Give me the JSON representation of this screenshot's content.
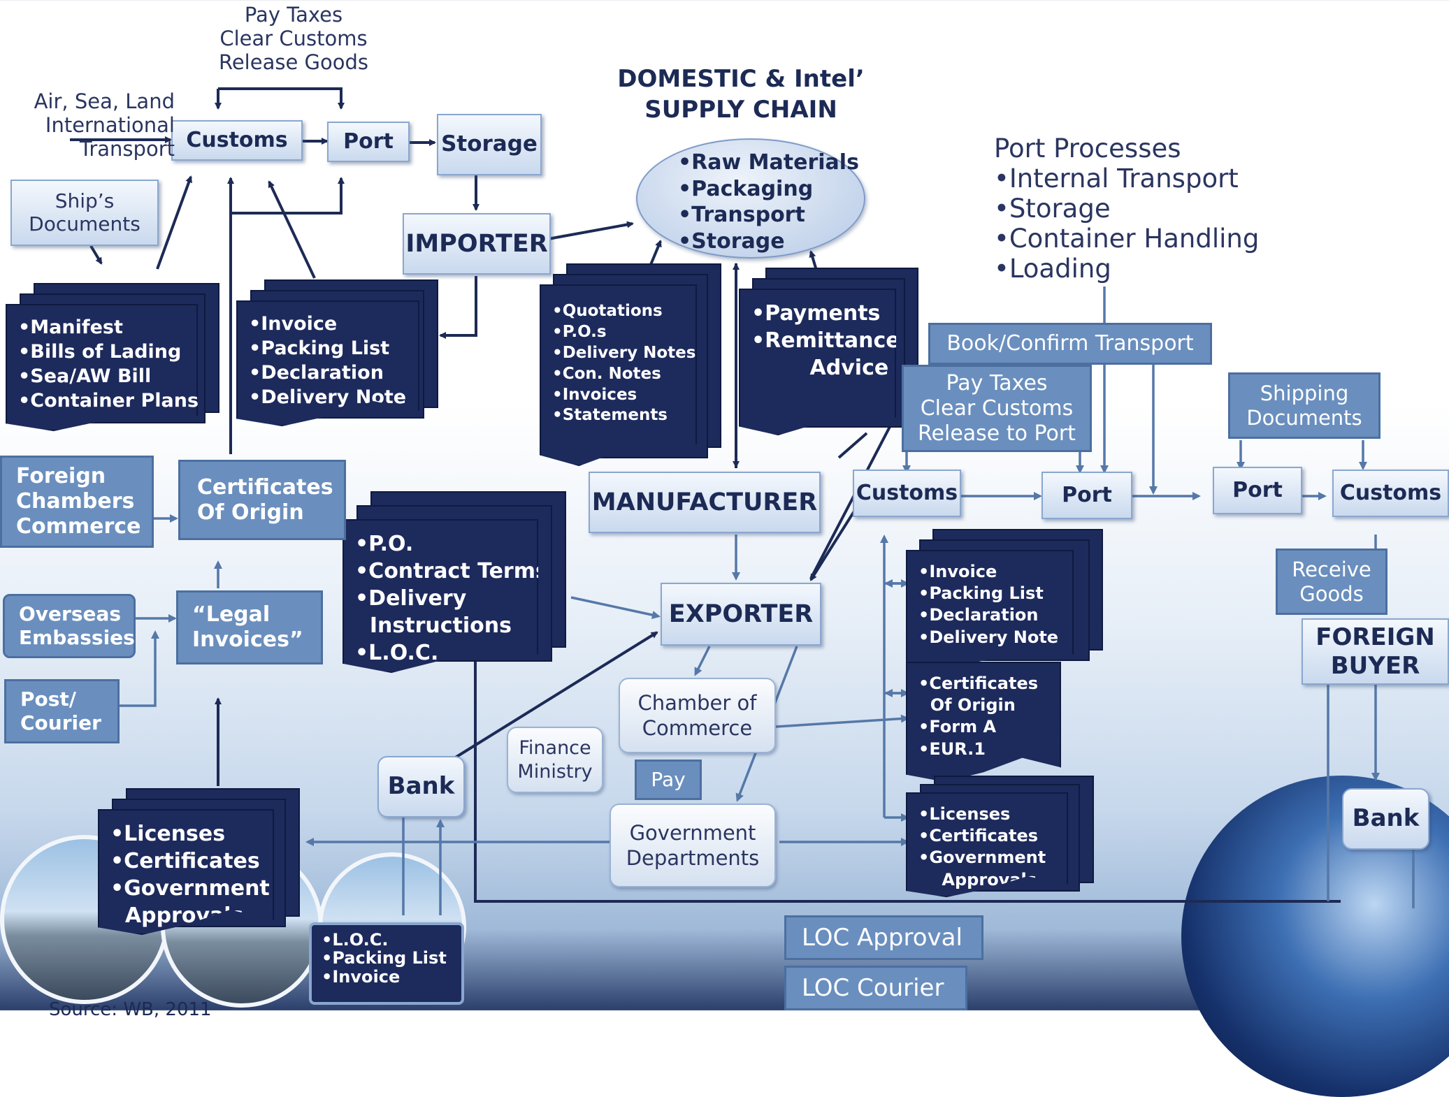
{
  "colors": {
    "dark_navy": "#1d2a5c",
    "mid_blue": "#6a8fbe",
    "light_box": "#c9d9ee",
    "line": "#1c2a55",
    "line_light": "#5578a8"
  },
  "top_pay_taxes": "Pay Taxes\nClear Customs\nRelease Goods",
  "transport_label": "Air, Sea, Land\nInternational\nTransport",
  "heading": "DOMESTIC & Intel’\nSUPPLY CHAIN",
  "port_processes": "Port Processes\n•Internal Transport\n•Storage\n•Container Handling\n•Loading",
  "boxes": {
    "customs_top": "Customs",
    "port_top": "Port",
    "storage": "Storage",
    "importer": "IMPORTER",
    "ships_docs": "Ship’s\nDocuments",
    "manufacturer": "MANUFACTURER",
    "exporter": "EXPORTER",
    "foreign_chambers": "Foreign\nChambers\nCommerce",
    "cert_origin": "Certificates\nOf Origin",
    "overseas_emb": "Overseas\nEmbassies",
    "legal_inv": "“Legal\nInvoices”",
    "post_courier": "Post/\nCourier",
    "book_confirm": "Book/Confirm Transport",
    "pay_taxes_right": "Pay Taxes\nClear Customs\nRelease to Port",
    "shipping_docs": "Shipping\nDocuments",
    "customs_mid": "Customs",
    "port_mid": "Port",
    "port_right": "Port",
    "customs_right": "Customs",
    "receive_goods": "Receive\nGoods",
    "foreign_buyer": "FOREIGN\nBUYER",
    "bank_left": "Bank",
    "bank_right": "Bank",
    "chamber": "Chamber of\nCommerce",
    "finance": "Finance\nMinistry",
    "pay": "Pay",
    "gov": "Government\nDepartments",
    "loc_approval": "LOC Approval",
    "loc_courier": "LOC Courier"
  },
  "ellipse": "•Raw Materials\n•Packaging\n•Transport\n•Storage",
  "stacks": {
    "manifest": "•Manifest\n•Bills of Lading\n•Sea/AW Bill\n•Container Plans",
    "invoice_top": "•Invoice\n•Packing List\n•Declaration\n•Delivery Note",
    "quotations": "•Quotations\n•P.O.s\n•Delivery Notes\n•Con. Notes\n•Invoices\n•Statements",
    "payments": "•Payments\n•Remittance\n        Advice",
    "po": "•P.O.\n•Contract Terms\n•Delivery\n  Instructions\n•L.O.C.",
    "invoice_right": "•Invoice\n•Packing List\n•Declaration\n•Delivery Note",
    "cert_right": "•Certificates\n  Of Origin\n•Form A\n•EUR.1",
    "licenses_right": "•Licenses\n•Certificates\n•Government\n    Approvals",
    "licenses_left": "•Licenses\n•Certificates\n•Government\n  Approvals",
    "loc_docs": "•L.O.C.\n•Packing List\n•Invoice"
  },
  "source": "Source: WB, 2011"
}
